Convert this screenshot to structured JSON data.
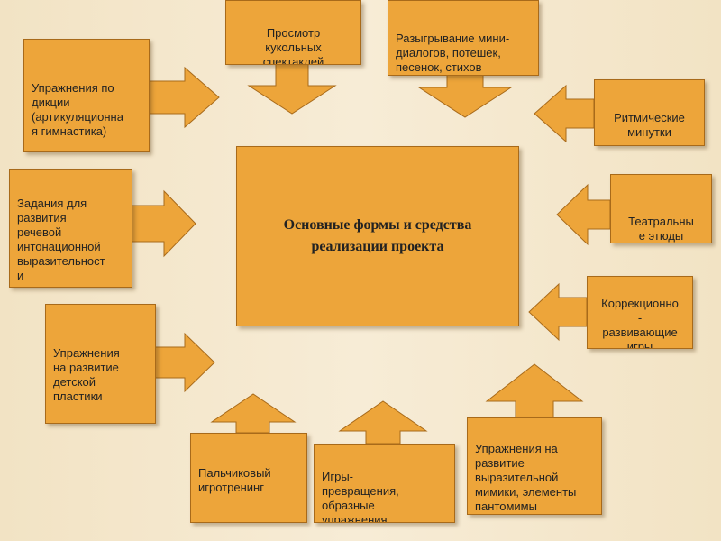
{
  "center": {
    "title": "Основные формы и средства\nреализации проекта"
  },
  "boxes": [
    {
      "id": "puppet-shows",
      "text": "Просмотр\nкукольных\nспектаклей"
    },
    {
      "id": "mini-dialogs",
      "text": "Разыгрывание мини-\nдиалогов, потешек,\nпесенок, стихов"
    },
    {
      "id": "diction-exercises",
      "text": "Упражнения по\nдикции\n(артикуляционна\nя гимнастика)"
    },
    {
      "id": "rhythmic-minutes",
      "text": "Ритмические\nминутки"
    },
    {
      "id": "intonation-tasks",
      "text": "Задания для\nразвития\nречевой\nинтонационной\nвыразительност\nи"
    },
    {
      "id": "theatre-etudes",
      "text": "Театральны\nе этюды"
    },
    {
      "id": "plasticity-exercises",
      "text": "Упражнения\nна развитие\nдетской\nпластики"
    },
    {
      "id": "correctional-games",
      "text": "Коррекционно\n-\nразвивающие\nигры"
    },
    {
      "id": "finger-training",
      "text": "Пальчиковый\nигротренинг"
    },
    {
      "id": "transformation-games",
      "text": "Игры-\nпревращения,\nобразные\nупражнения"
    },
    {
      "id": "mimicry-exercises",
      "text": "Упражнения на\nразвитие\nвыразительной\nмимики, элементы\nпантомимы"
    }
  ],
  "colors": {
    "box_fill": "#eda53a",
    "box_border": "#a86a1a",
    "background": "#f5e8cf"
  }
}
